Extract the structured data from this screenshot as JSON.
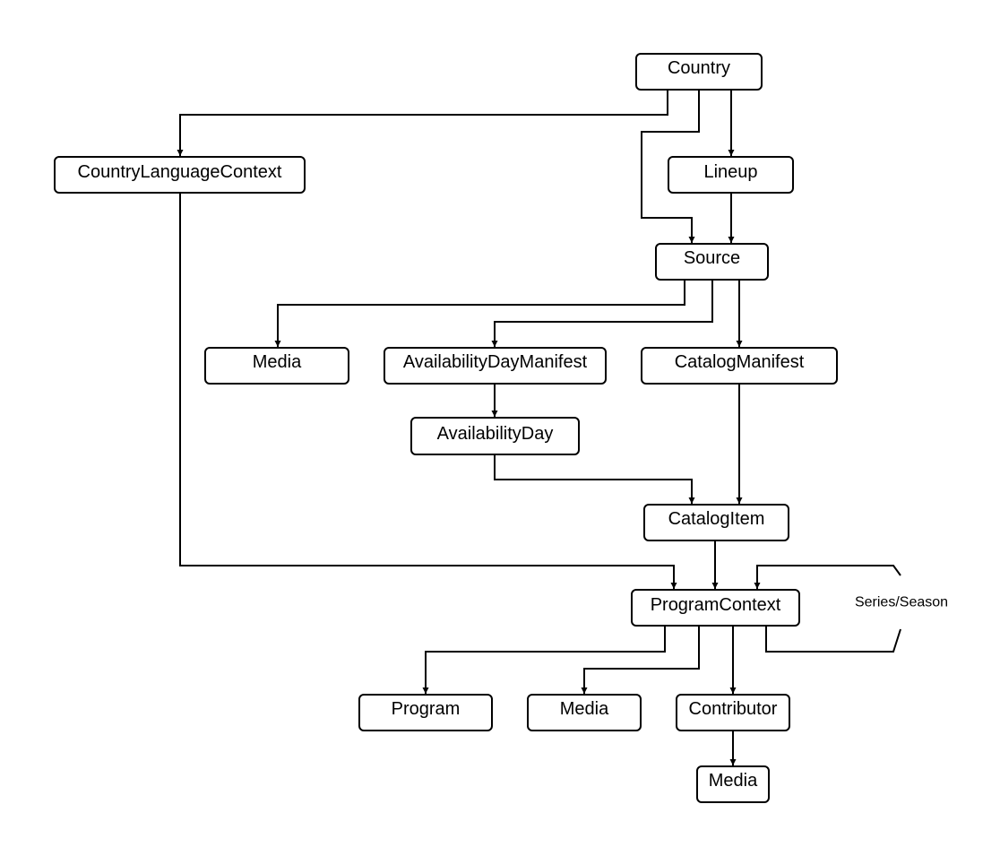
{
  "nodes": {
    "country": "Country",
    "country_language_context": "CountryLanguageContext",
    "lineup": "Lineup",
    "source": "Source",
    "media_1": "Media",
    "availability_day_manifest": "AvailabilityDayManifest",
    "catalog_manifest": "CatalogManifest",
    "availability_day": "AvailabilityDay",
    "catalog_item": "CatalogItem",
    "program_context": "ProgramContext",
    "program": "Program",
    "media_2": "Media",
    "contributor": "Contributor",
    "media_3": "Media"
  },
  "edges": [
    {
      "from": "country",
      "to": "country_language_context"
    },
    {
      "from": "country",
      "to": "source"
    },
    {
      "from": "country",
      "to": "lineup"
    },
    {
      "from": "lineup",
      "to": "source"
    },
    {
      "from": "source",
      "to": "media_1"
    },
    {
      "from": "source",
      "to": "availability_day_manifest"
    },
    {
      "from": "source",
      "to": "catalog_manifest"
    },
    {
      "from": "availability_day_manifest",
      "to": "availability_day"
    },
    {
      "from": "availability_day",
      "to": "catalog_item"
    },
    {
      "from": "catalog_manifest",
      "to": "catalog_item"
    },
    {
      "from": "country_language_context",
      "to": "program_context"
    },
    {
      "from": "catalog_item",
      "to": "program_context"
    },
    {
      "from": "program_context",
      "to": "program_context",
      "label": "Series/Season"
    },
    {
      "from": "program_context",
      "to": "program"
    },
    {
      "from": "program_context",
      "to": "media_2"
    },
    {
      "from": "program_context",
      "to": "contributor"
    },
    {
      "from": "contributor",
      "to": "media_3"
    }
  ],
  "edge_labels": {
    "self_loop": "Series/Season"
  }
}
